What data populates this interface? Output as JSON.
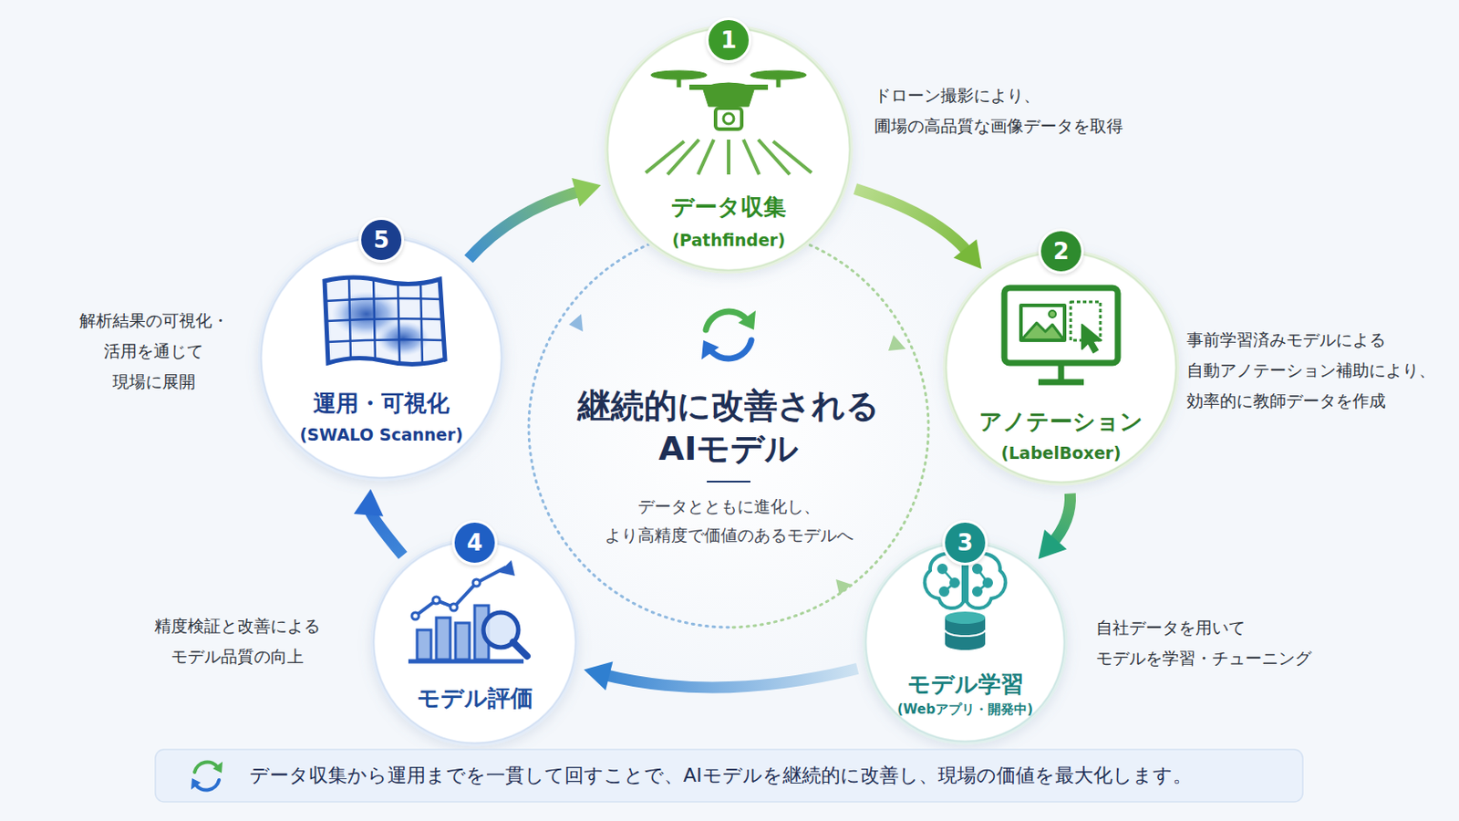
{
  "diagram": {
    "caption": "データ収集から運用までを一貫して回すことで、AIモデルを継続的に改善し、現場の価値を最大化します。",
    "nodes": [
      {
        "text": [
          "1",
          "データ収集",
          "(Pathfinder)"
        ]
      },
      {
        "text": [
          "2",
          "アノテーション",
          "(LabelBoxer)"
        ]
      },
      {
        "text": [
          "3",
          "モデル学習",
          "(Webアプリ・開発中)"
        ]
      },
      {
        "text": [
          "4",
          "モデル評価"
        ]
      },
      {
        "text": [
          "5",
          "運用・可視化",
          "(SWALO Scanner)"
        ]
      },
      {
        "text": [
          "継続的に改善される AIモデル",
          "データとともに進化し、 より高精度で価値のあるモデルへ"
        ]
      }
    ],
    "edges": [
      {
        "from": 0,
        "to": 1,
        "arrow": "to"
      },
      {
        "from": 1,
        "to": 2,
        "arrow": "to"
      },
      {
        "from": 2,
        "to": 3,
        "arrow": "to"
      },
      {
        "from": 3,
        "to": 4,
        "arrow": "to"
      },
      {
        "from": 4,
        "to": 0,
        "arrow": "to"
      }
    ],
    "labels": [
      "ドローン撮影により、 圃場の高品質な画像データを取得",
      "事前学習済みモデルによる 自動アノテーション補助により、 効率的に教師データを作成",
      "自社データを用いて モデルを学習・チューニング",
      "精度検証と改善による モデル品質の向上",
      "解析結果の可視化・ 活用を通じて 現場に展開"
    ]
  }
}
